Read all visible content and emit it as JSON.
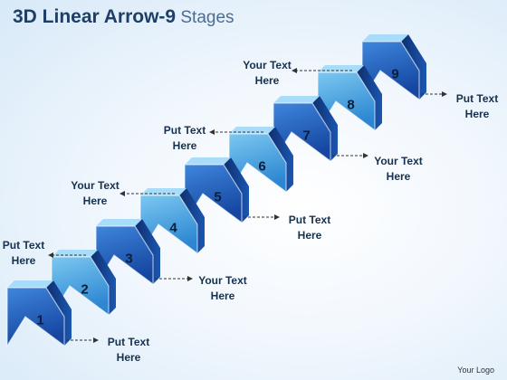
{
  "title": {
    "main": "3D Linear Arrow-",
    "number": "9",
    "suffix": " Stages"
  },
  "colors": {
    "dark_face": "#2f73cf",
    "dark_face_deep": "#1546a1",
    "light_face": "#5ab4ea",
    "light_face_deep": "#2c86d1",
    "side": "#0f3a84",
    "top": "#a9dcf8",
    "connector": "#333333"
  },
  "stages": [
    {
      "number": "1",
      "label": [
        "Put Text",
        "Here"
      ]
    },
    {
      "number": "2",
      "label": [
        "Put Text",
        "Here"
      ]
    },
    {
      "number": "3",
      "label": [
        "Your Text",
        "Here"
      ]
    },
    {
      "number": "4",
      "label": [
        "Your Text",
        "Here"
      ]
    },
    {
      "number": "5",
      "label": [
        "Put Text",
        "Here"
      ]
    },
    {
      "number": "6",
      "label": [
        "Put Text",
        "Here"
      ]
    },
    {
      "number": "7",
      "label": [
        "Your Text",
        "Here"
      ]
    },
    {
      "number": "8",
      "label": [
        "Your Text",
        "Here"
      ]
    },
    {
      "number": "9",
      "label": [
        "Put Text",
        "Here"
      ]
    }
  ],
  "logo": "Your Logo"
}
